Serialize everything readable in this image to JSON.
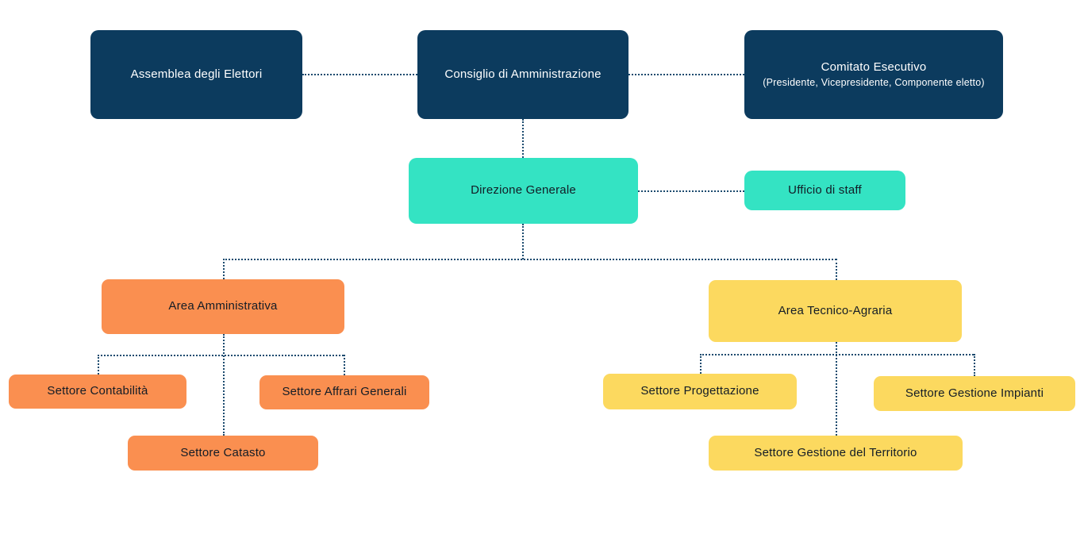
{
  "diagram": {
    "type": "org-chart",
    "language": "it"
  },
  "colors": {
    "navy": "#0c3b5e",
    "teal": "#34e3c3",
    "orange": "#fa8f50",
    "yellow": "#fcd95f",
    "connector": "#1b4a6e",
    "text_dark": "#131c26",
    "text_light": "#ffffff",
    "background": "#ffffff"
  },
  "nodes": {
    "assemblea": {
      "label": "Assemblea degli Elettori"
    },
    "consiglio": {
      "label": "Consiglio di Amministrazione"
    },
    "comitato": {
      "label": "Comitato Esecutivo",
      "sublabel": "(Presidente, Vicepresidente, Componente eletto)"
    },
    "direzione": {
      "label": "Direzione Generale"
    },
    "ufficio": {
      "label": "Ufficio di staff"
    },
    "area_amministrativa": {
      "label": "Area Amministrativa"
    },
    "settore_contabilita": {
      "label": "Settore Contabilità"
    },
    "settore_affrari_generali": {
      "label": "Settore Affrari Generali"
    },
    "settore_catasto": {
      "label": "Settore Catasto"
    },
    "area_tecnico_agraria": {
      "label": "Area Tecnico-Agraria"
    },
    "settore_progettazione": {
      "label": "Settore Progettazione"
    },
    "settore_gestione_impianti": {
      "label": "Settore Gestione Impianti"
    },
    "settore_gestione_territorio": {
      "label": "Settore Gestione del Territorio"
    }
  },
  "edges": [
    {
      "from": "assemblea",
      "to": "consiglio",
      "style": "dotted"
    },
    {
      "from": "consiglio",
      "to": "comitato",
      "style": "dotted"
    },
    {
      "from": "consiglio",
      "to": "direzione",
      "style": "dotted"
    },
    {
      "from": "direzione",
      "to": "ufficio",
      "style": "dotted"
    },
    {
      "from": "direzione",
      "to": "area_amministrativa",
      "style": "dotted"
    },
    {
      "from": "direzione",
      "to": "area_tecnico_agraria",
      "style": "dotted"
    },
    {
      "from": "area_amministrativa",
      "to": "settore_contabilita",
      "style": "dotted"
    },
    {
      "from": "area_amministrativa",
      "to": "settore_affrari_generali",
      "style": "dotted"
    },
    {
      "from": "area_amministrativa",
      "to": "settore_catasto",
      "style": "dotted"
    },
    {
      "from": "area_tecnico_agraria",
      "to": "settore_progettazione",
      "style": "dotted"
    },
    {
      "from": "area_tecnico_agraria",
      "to": "settore_gestione_impianti",
      "style": "dotted"
    },
    {
      "from": "area_tecnico_agraria",
      "to": "settore_gestione_territorio",
      "style": "dotted"
    }
  ]
}
